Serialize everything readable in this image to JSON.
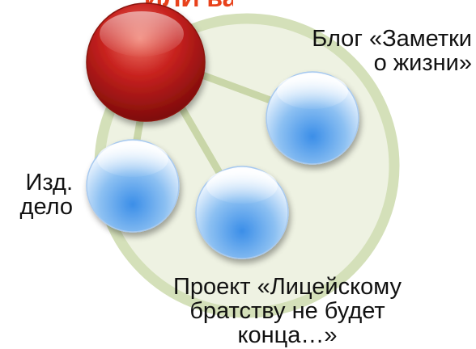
{
  "title_fragment": "ЙЛИ важно",
  "center_node": {
    "color": "#c0201e"
  },
  "nodes": [
    {
      "id": "blog",
      "label_lines": [
        "Блог «Заметки",
        "о жизни»"
      ],
      "color": "#6ea9e3"
    },
    {
      "id": "izd",
      "label_lines": [
        "Изд.",
        "дело"
      ],
      "color": "#6ea9e3"
    },
    {
      "id": "project",
      "label_lines": [
        "Проект «Лицейскому",
        "братству не будет",
        "конца…»"
      ],
      "color": "#6ea9e3"
    }
  ],
  "colors": {
    "ring": "#d4e0b9",
    "ring_fill": "#eef2e2",
    "connector": "#c9d6a8",
    "title": "#e8421c",
    "text": "#111111"
  }
}
